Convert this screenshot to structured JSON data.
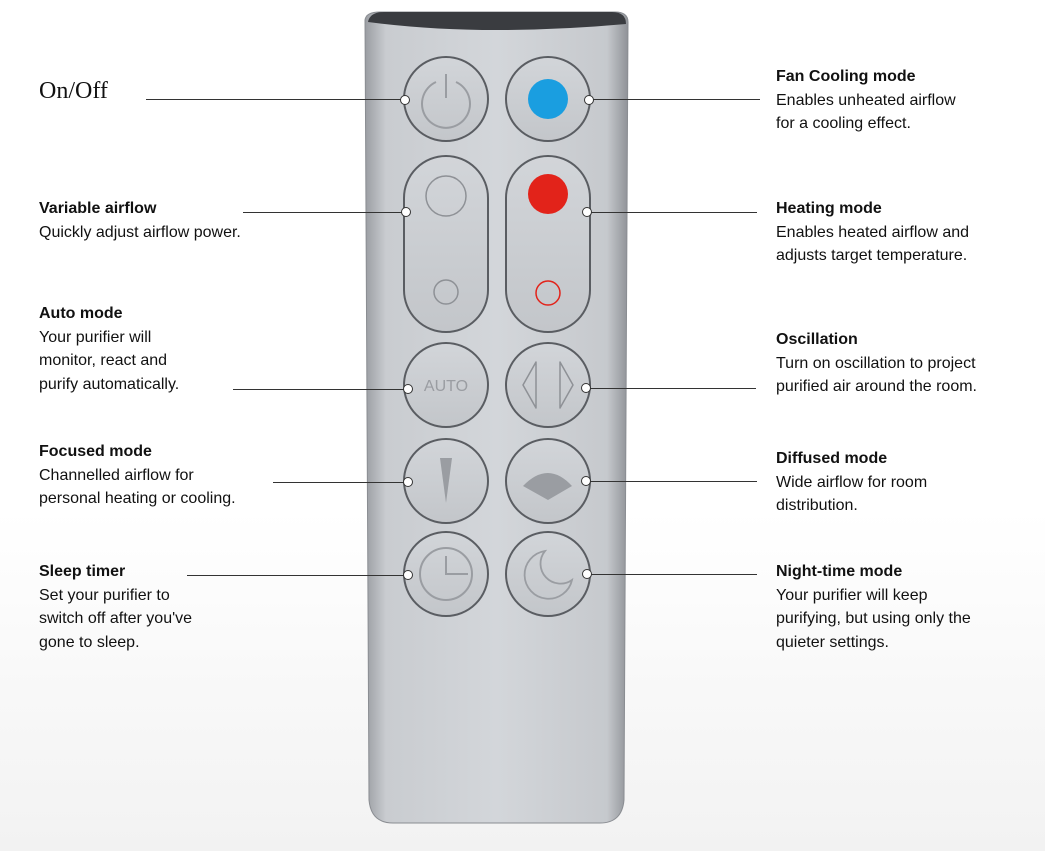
{
  "on_off": {
    "title": "On/Off"
  },
  "fan_cooling": {
    "title": "Fan Cooling mode",
    "desc": "Enables unheated airflow\nfor a cooling effect.",
    "dot_color": "#1a9ee0"
  },
  "variable_airflow": {
    "title": "Variable airflow",
    "desc": "Quickly adjust airflow power."
  },
  "heating": {
    "title": "Heating mode",
    "desc": "Enables heated airflow and\nadjusts target temperature.",
    "dot_color": "#e2231a"
  },
  "auto_mode": {
    "title": "Auto mode",
    "desc": "Your purifier will\nmonitor, react and\npurify automatically.",
    "button_text": "AUTO"
  },
  "oscillation": {
    "title": "Oscillation",
    "desc": "Turn on oscillation to project\npurified air around the room."
  },
  "focused": {
    "title": "Focused mode",
    "desc": "Channelled airflow for\npersonal heating or cooling."
  },
  "diffused": {
    "title": "Diffused mode",
    "desc": "Wide airflow for room\ndistribution."
  },
  "sleep_timer": {
    "title": "Sleep timer",
    "desc": "Set your purifier to\nswitch off after you've\ngone to sleep."
  },
  "night_time": {
    "title": "Night-time mode",
    "desc": "Your purifier will keep\npurifying, but using only the\nquieter settings."
  },
  "colors": {
    "remote_body": "#c3c6cb",
    "button_outline": "#5a5d62",
    "icon_grey": "#8e9196"
  }
}
